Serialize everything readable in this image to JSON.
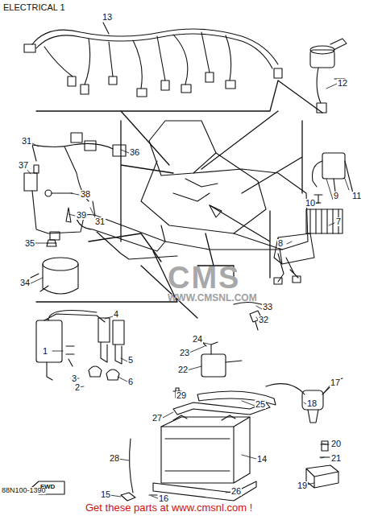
{
  "diagram": {
    "title": "ELECTRICAL 1",
    "labels": [
      "13",
      "12",
      "11",
      "9",
      "10",
      "7",
      "8",
      "31",
      "36",
      "37",
      "38",
      "39",
      "31",
      "35",
      "34",
      "33",
      "32",
      "4",
      "1",
      "5",
      "3",
      "2",
      "6",
      "24",
      "23",
      "22",
      "17",
      "18",
      "25",
      "29",
      "27",
      "20",
      "14",
      "21",
      "19",
      "28",
      "26",
      "15",
      "16",
      "88N100-1390",
      "FWD",
      "CMS",
      "WWW.CMSNL.COM",
      "Get these parts at www.cmsnl.com !"
    ]
  }
}
